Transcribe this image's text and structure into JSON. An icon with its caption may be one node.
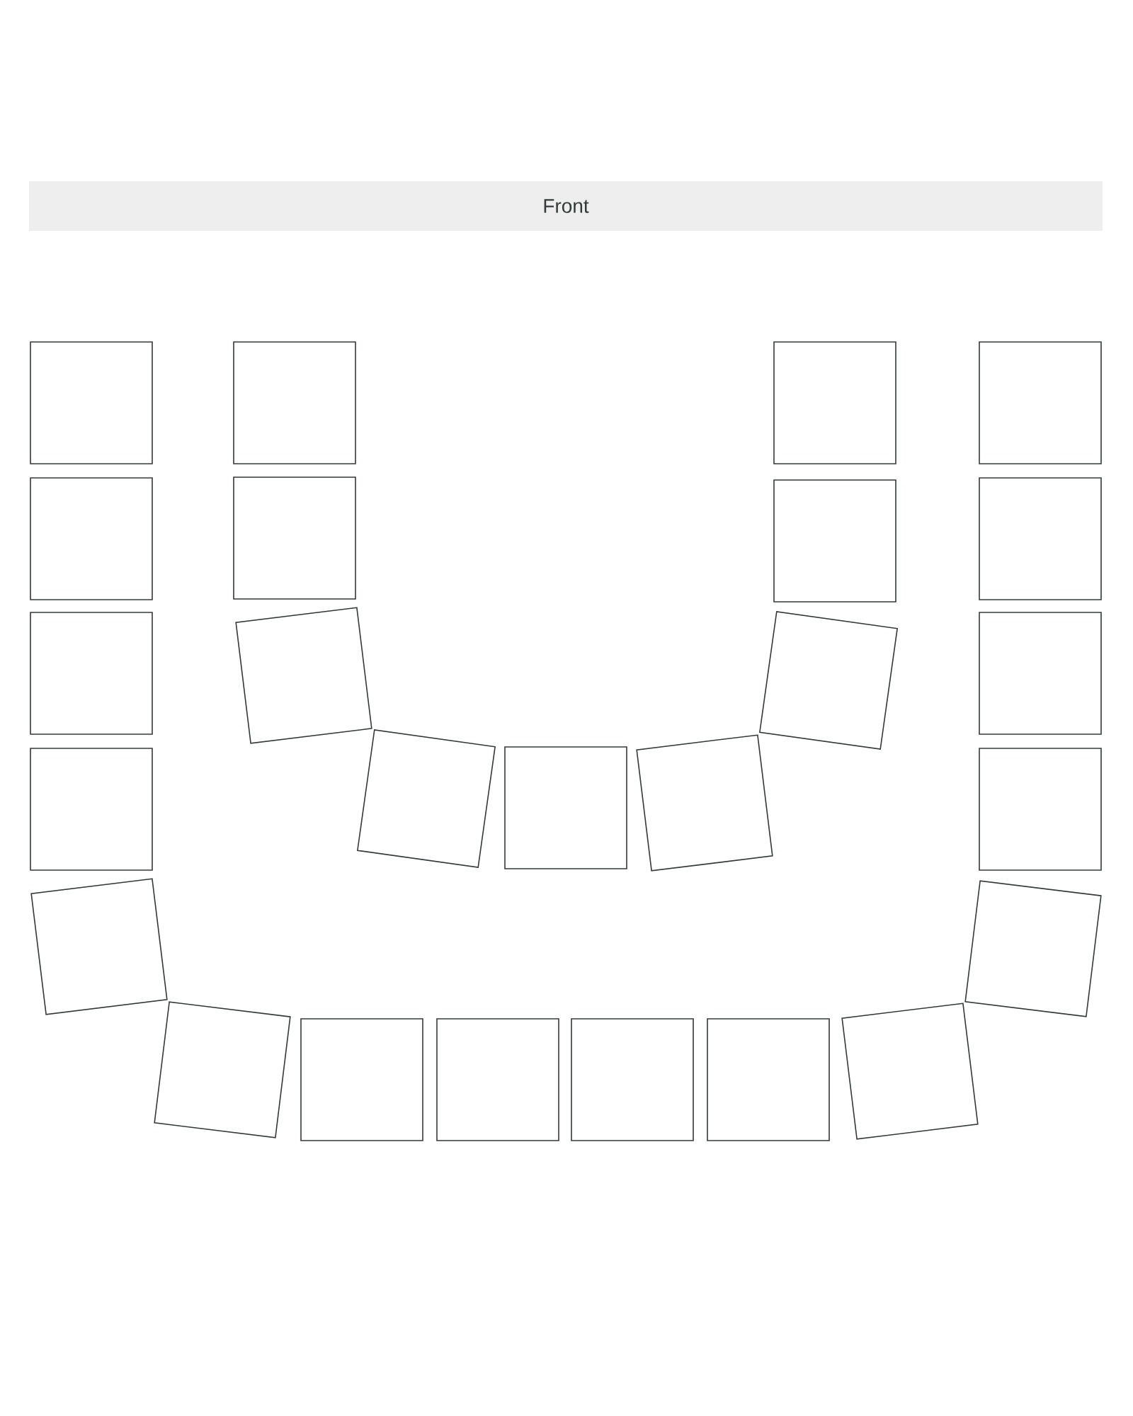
{
  "diagram": {
    "nodes": [
      {
        "text": [
          "Front"
        ]
      },
      {
        "text": [],
        "shape": "box"
      },
      {
        "text": [],
        "shape": "box"
      },
      {
        "text": [],
        "shape": "box"
      },
      {
        "text": [],
        "shape": "box"
      },
      {
        "text": [],
        "shape": "box"
      },
      {
        "text": [],
        "shape": "box"
      },
      {
        "text": [],
        "shape": "box"
      },
      {
        "text": [],
        "shape": "box"
      },
      {
        "text": [],
        "shape": "box"
      },
      {
        "text": [],
        "shape": "box"
      },
      {
        "text": [],
        "shape": "box"
      },
      {
        "text": [],
        "shape": "box"
      },
      {
        "text": [],
        "shape": "box"
      },
      {
        "text": [],
        "shape": "box"
      },
      {
        "text": [],
        "shape": "box"
      },
      {
        "text": [],
        "shape": "box"
      },
      {
        "text": [],
        "shape": "box"
      },
      {
        "text": [],
        "shape": "box"
      },
      {
        "text": [],
        "shape": "box"
      },
      {
        "text": [],
        "shape": "box"
      },
      {
        "text": [],
        "shape": "box"
      },
      {
        "text": [],
        "shape": "box"
      },
      {
        "text": [],
        "shape": "box"
      },
      {
        "text": [],
        "shape": "box"
      },
      {
        "text": [],
        "shape": "box"
      }
    ]
  }
}
